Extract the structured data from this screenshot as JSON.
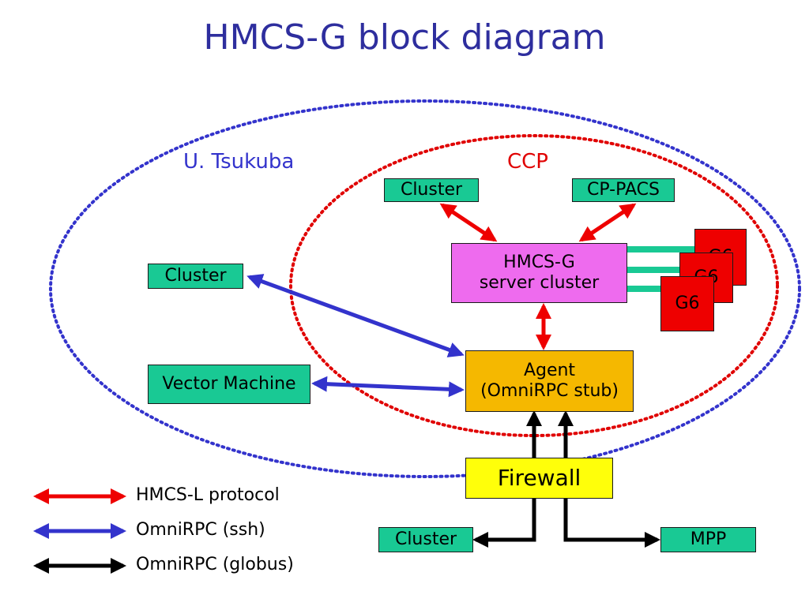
{
  "title": "HMCS-G block diagram",
  "regions": {
    "tsukuba": {
      "label": "U. Tsukuba",
      "color": "#3333cc"
    },
    "ccp": {
      "label": "CCP",
      "color": "#e00000"
    }
  },
  "nodes": {
    "ccp_cluster": "Cluster",
    "cp_pacs": "CP-PACS",
    "hmcs_server": [
      "HMCS-G",
      "server cluster"
    ],
    "g6_boards": [
      "G6",
      "G6",
      "G6"
    ],
    "tsukuba_cluster": "Cluster",
    "vector_machine": "Vector Machine",
    "agent": [
      "Agent",
      "(OmniRPC stub)"
    ],
    "firewall": "Firewall",
    "external_cluster": "Cluster",
    "mpp": "MPP"
  },
  "legend": [
    {
      "label": "HMCS-L protocol",
      "color": "#ee0000",
      "icon": "double-arrow"
    },
    {
      "label": "OmniRPC (ssh)",
      "color": "#3333cc",
      "icon": "double-arrow"
    },
    {
      "label": "OmniRPC (globus)",
      "color": "#000000",
      "icon": "double-arrow"
    }
  ],
  "colors": {
    "title": "#2e2e9e",
    "node_teal": "#19c994",
    "node_pink": "#ee6bee",
    "node_orange": "#f5b800",
    "node_yellow": "#ffff0a",
    "node_red": "#ee0000",
    "link_teal": "#19c994"
  }
}
